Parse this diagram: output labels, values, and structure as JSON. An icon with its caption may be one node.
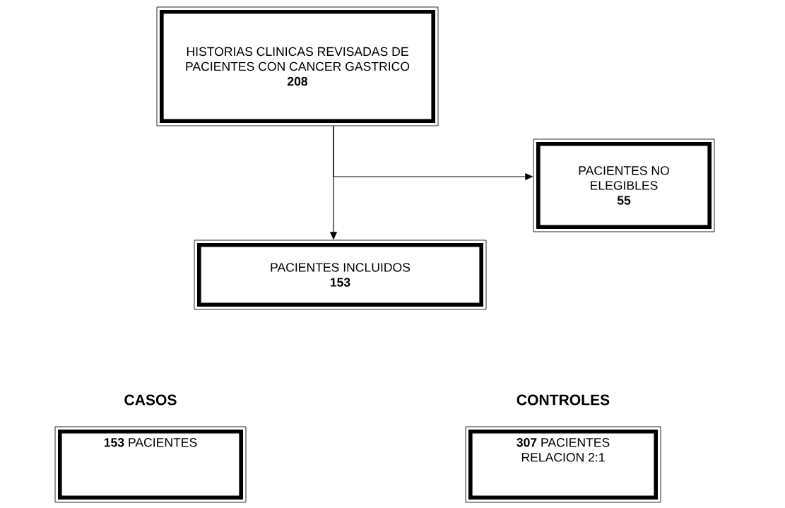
{
  "diagram": {
    "nodes": [
      {
        "text": [
          "HISTORIAS CLINICAS REVISADAS DE PACIENTES CON CANCER GASTRICO",
          "208"
        ]
      },
      {
        "text": [
          "PACIENTES NO ELEGIBLES",
          "55"
        ]
      },
      {
        "text": [
          "PACIENTES INCLUIDOS",
          "153"
        ]
      },
      {
        "text": [
          "CASOS",
          "**153** PACIENTES"
        ]
      },
      {
        "text": [
          "CONTROLES",
          "**307** PACIENTES RELACION 2:1"
        ]
      }
    ],
    "edges": [
      {
        "from": 0,
        "to": 2,
        "arrow": "to"
      },
      {
        "from": 0,
        "to": 1,
        "arrow": "to"
      }
    ]
  }
}
